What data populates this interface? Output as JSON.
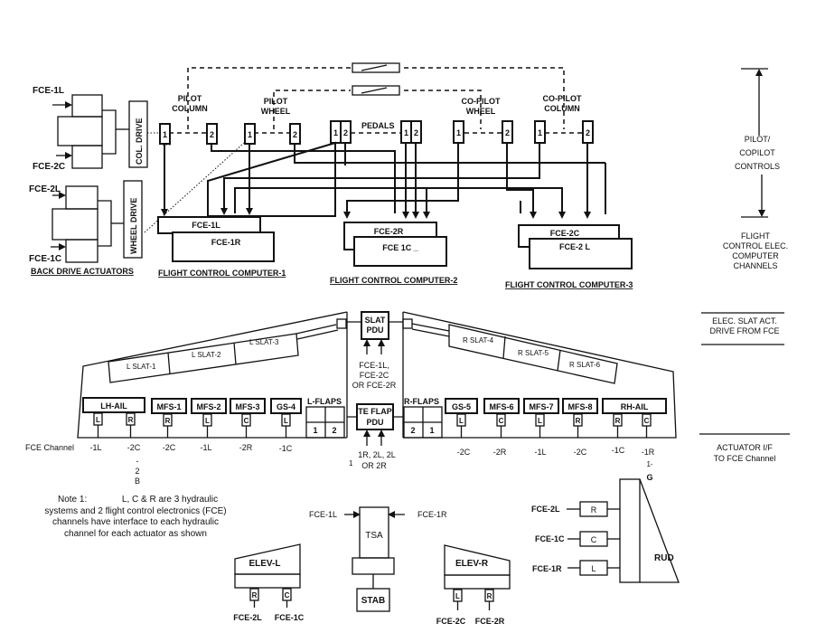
{
  "back_drive": {
    "col_drive": "COL. DRIVE",
    "wheel_drive": "WHEEL DRIVE",
    "inputs_col": [
      "FCE-1L",
      "FCE-2C"
    ],
    "inputs_wheel": [
      "FCE-2L",
      "FCE-1C"
    ],
    "title": "BACK DRIVE ACTUATORS"
  },
  "controls": {
    "pilot_column": [
      "PILOT",
      "COLUMN"
    ],
    "pilot_wheel": [
      "PILOT",
      "WHEEL"
    ],
    "pedals": "PEDALS",
    "copilot_wheel": [
      "CO-PILOT",
      "WHEEL"
    ],
    "copilot_column": [
      "CO-PILOT",
      "COLUMN"
    ],
    "channel_1": "1",
    "channel_2": "2"
  },
  "computers": [
    {
      "top": "FCE-1L",
      "bottom": "FCE-1R",
      "title": "FLIGHT CONTROL COMPUTER-1"
    },
    {
      "top": "FCE-2R",
      "bottom": "FCE 1C _",
      "title": "FLIGHT CONTROL COMPUTER-2"
    },
    {
      "top": "FCE-2C",
      "bottom": "FCE-2 L",
      "title": "FLIGHT CONTROL COMPUTER-3"
    }
  ],
  "right_legend": {
    "pilot_controls": [
      "PILOT/",
      "COPILOT",
      "CONTROLS"
    ],
    "fce_channels": [
      "FLIGHT",
      "CONTROL ELEC.",
      "COMPUTER",
      "CHANNELS"
    ],
    "slat_drive": [
      "ELEC. SLAT ACT.",
      "DRIVE FROM  FCE"
    ],
    "actuator_if": [
      "ACTUATOR I/F",
      "TO FCE Channel"
    ]
  },
  "wing": {
    "left_slats": [
      "L SLAT-1",
      "L SLAT-2",
      "L SLAT-3"
    ],
    "right_slats": [
      "R SLAT-4",
      "R SLAT-5",
      "R SLAT-6"
    ],
    "slat_pdu": [
      "SLAT",
      "PDU"
    ],
    "slat_pdu_inputs": [
      "FCE-1L,",
      "FCE-2C",
      "OR FCE-2R"
    ],
    "te_flap_pdu": [
      "TE FLAP",
      "PDU"
    ],
    "te_flap_inputs": [
      "1R,  2L, 2L",
      "OR 2R"
    ],
    "l_flaps": {
      "label": "L-FLAPS",
      "cells": [
        "1",
        "2"
      ]
    },
    "r_flaps": {
      "label": "R-FLAPS",
      "cells": [
        "2",
        "1"
      ]
    },
    "left_surfaces": [
      {
        "name": "LH-AIL",
        "ports": [
          "L",
          "R"
        ]
      },
      {
        "name": "MFS-1",
        "ports": [
          "R"
        ]
      },
      {
        "name": "MFS-2",
        "ports": [
          "L"
        ]
      },
      {
        "name": "MFS-3",
        "ports": [
          "C"
        ]
      },
      {
        "name": "GS-4",
        "ports": [
          "L"
        ]
      }
    ],
    "right_surfaces": [
      {
        "name": "GS-5",
        "ports": [
          "L"
        ]
      },
      {
        "name": "MFS-6",
        "ports": [
          "C"
        ]
      },
      {
        "name": "MFS-7",
        "ports": [
          "L"
        ]
      },
      {
        "name": "MFS-8",
        "ports": [
          "R"
        ]
      },
      {
        "name": "RH-AIL",
        "ports": [
          "R",
          "C"
        ]
      }
    ],
    "channel_label": "FCE Channel",
    "left_channels": [
      "-1L",
      "-2C",
      "-2C",
      "-1L",
      "-2R",
      "-1C"
    ],
    "right_channels": [
      "-2C",
      "-2R",
      "-1L",
      "-2C",
      "-1C",
      "-1R"
    ],
    "stray_marks": [
      "-",
      "2",
      "B",
      "1-",
      "G",
      "1"
    ]
  },
  "note": {
    "label": "Note 1:",
    "lines": [
      "L, C & R are 3 hydraulic",
      "systems and 2 flight control electronics (FCE)",
      "channels  have interface to each hydraulic",
      "channel for each actuator as shown"
    ]
  },
  "tail": {
    "elev_l": {
      "name": "ELEV-L",
      "ports": [
        "R",
        "C"
      ],
      "inputs": [
        "FCE-2L",
        "FCE-1C"
      ]
    },
    "elev_r": {
      "name": "ELEV-R",
      "ports": [
        "L",
        "R"
      ],
      "inputs": [
        "FCE-2C",
        "FCE-2R"
      ]
    },
    "tsa": "TSA",
    "tsa_inputs": [
      "FCE-1L",
      "FCE-1R"
    ],
    "stab": "STAB",
    "rud": "RUD",
    "rud_ports": [
      "R",
      "C",
      "L"
    ],
    "rud_inputs": [
      "FCE-2L",
      "FCE-1C",
      "FCE-1R"
    ]
  }
}
